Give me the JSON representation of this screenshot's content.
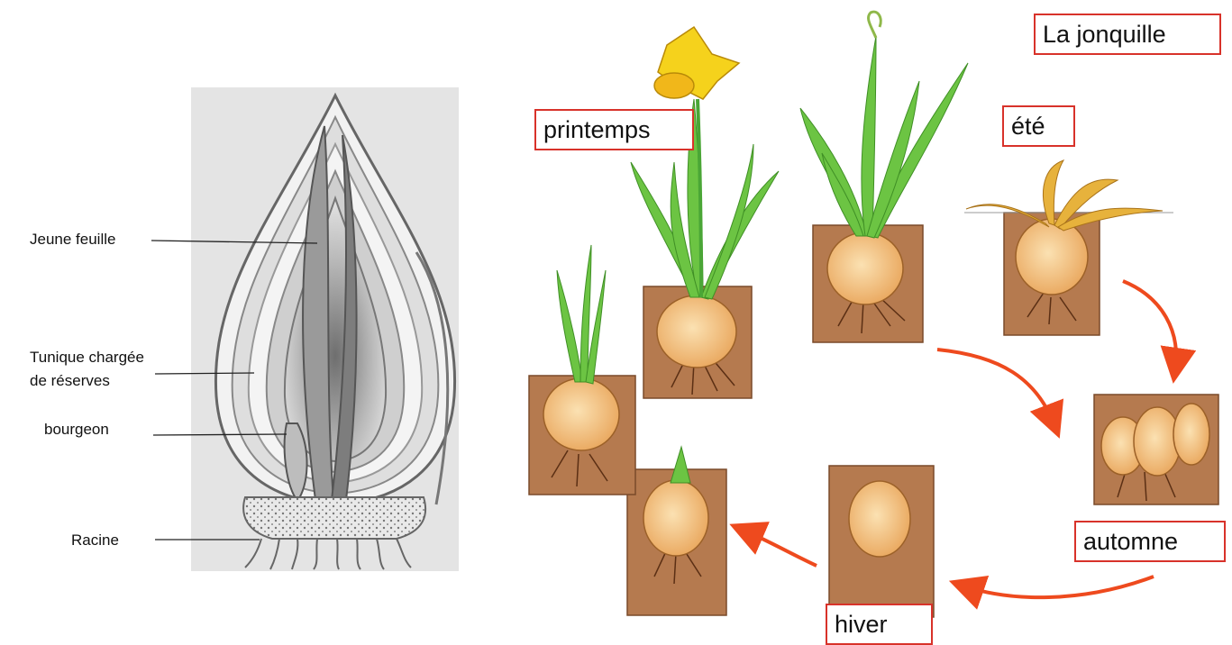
{
  "bulb_diagram": {
    "labels": {
      "young_leaf": "Jeune feuille",
      "tunic_line1": "Tunique chargée",
      "tunic_line2": "de réserves",
      "bud": "bourgeon",
      "root": "Racine"
    }
  },
  "cycle": {
    "title": "La jonquille",
    "seasons": {
      "spring": "printemps",
      "summer": "été",
      "autumn": "automne",
      "winter": "hiver"
    }
  },
  "colors": {
    "label_border": "#d8322a",
    "arrow": "#ee4a1e",
    "soil": "#b57a4f",
    "bulb": "#f4c27c",
    "leaf": "#6cc443",
    "flower": "#f5d21c"
  }
}
